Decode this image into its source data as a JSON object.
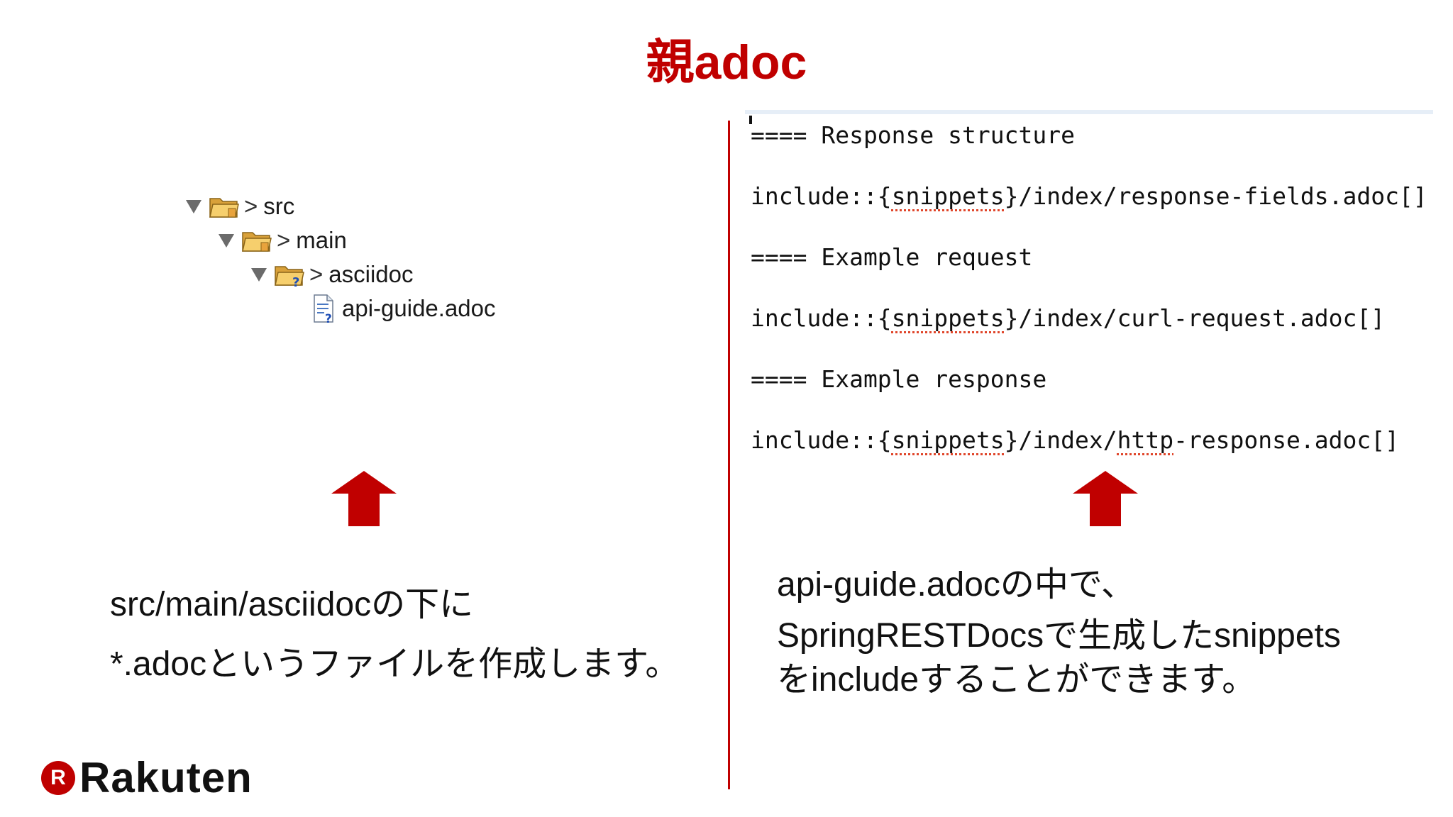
{
  "slide": {
    "title": "親adoc"
  },
  "tree": {
    "items": [
      {
        "label": "src",
        "prefix": ">",
        "icon": "open-folder-icon"
      },
      {
        "label": "main",
        "prefix": ">",
        "icon": "open-folder-icon"
      },
      {
        "label": "asciidoc",
        "prefix": ">",
        "icon": "unversioned-folder-icon"
      },
      {
        "label": "api-guide.adoc",
        "prefix": "",
        "icon": "unversioned-file-icon"
      }
    ]
  },
  "code": {
    "lines": [
      "==== Response structure",
      "include::{snippets}/index/response-fields.adoc[]",
      "==== Example request",
      "include::{snippets}/index/curl-request.adoc[]",
      "==== Example response",
      "include::{snippets}/index/http-response.adoc[]"
    ],
    "spell_marked": [
      "snippets",
      "http"
    ]
  },
  "captions": {
    "left": [
      "src/main/asciidocの下に",
      "*.adocというファイルを作成します。"
    ],
    "right": [
      "api-guide.adocの中で、",
      "SpringRESTDocsで生成したsnippets",
      "をincludeすることができます。"
    ]
  },
  "logo": {
    "badge": "R",
    "name": "Rakuten"
  },
  "colors": {
    "accent": "#c00000",
    "arrow": "#c00000",
    "spellcheck": "#e0462b"
  }
}
